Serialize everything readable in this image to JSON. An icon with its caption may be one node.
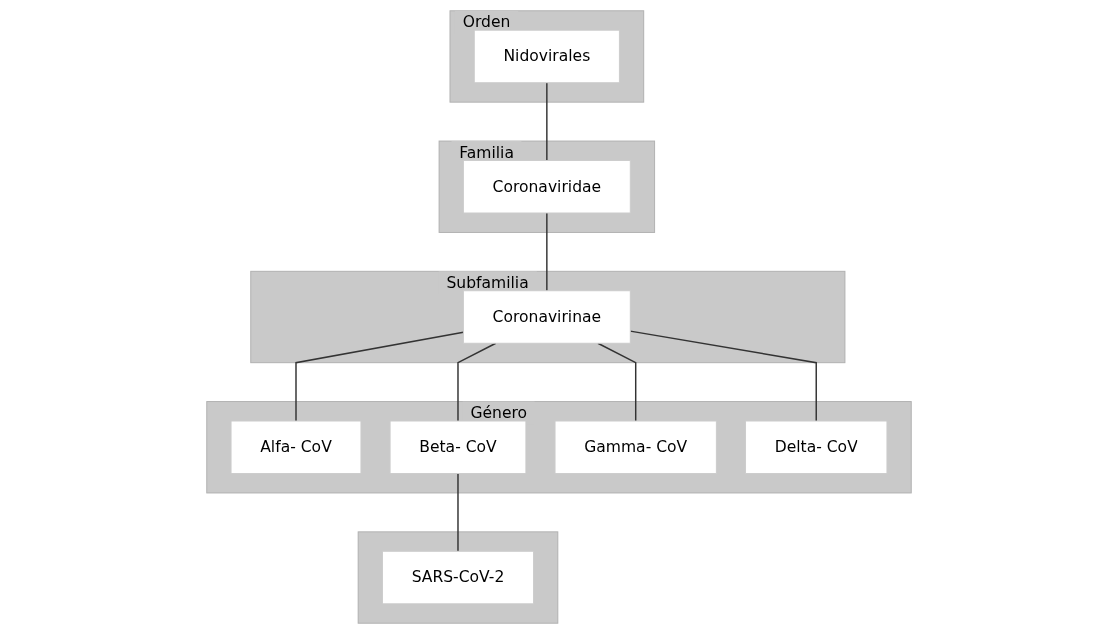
{
  "diagram": {
    "nodes": [
      {
        "text": [
          "Orden"
        ]
      },
      {
        "text": [
          "Nidovirales"
        ],
        "in": 0
      },
      {
        "text": [
          "Familia"
        ]
      },
      {
        "text": [
          "Coronaviridae"
        ],
        "in": 2
      },
      {
        "text": [
          "Subfamilia"
        ]
      },
      {
        "text": [
          "Coronavirinae"
        ],
        "in": 4
      },
      {
        "text": [
          "Género"
        ]
      },
      {
        "text": [
          "Alfa- CoV"
        ],
        "in": 6
      },
      {
        "text": [
          "Beta- CoV"
        ],
        "in": 6
      },
      {
        "text": [
          "Gamma- CoV"
        ],
        "in": 6
      },
      {
        "text": [
          "Delta- CoV"
        ],
        "in": 6
      },
      {
        "text": [],
        "shape": "box"
      },
      {
        "text": [
          "SARS-CoV-2"
        ],
        "in": 11
      }
    ],
    "edges": [
      {
        "from": 1,
        "to": 3,
        "arrow": "none"
      },
      {
        "from": 3,
        "to": 5,
        "arrow": "none"
      },
      {
        "from": 5,
        "to": 7,
        "arrow": "none"
      },
      {
        "from": 5,
        "to": 8,
        "arrow": "none"
      },
      {
        "from": 5,
        "to": 9,
        "arrow": "none"
      },
      {
        "from": 5,
        "to": 10,
        "arrow": "none"
      },
      {
        "from": 8,
        "to": 12,
        "arrow": "none"
      }
    ]
  }
}
